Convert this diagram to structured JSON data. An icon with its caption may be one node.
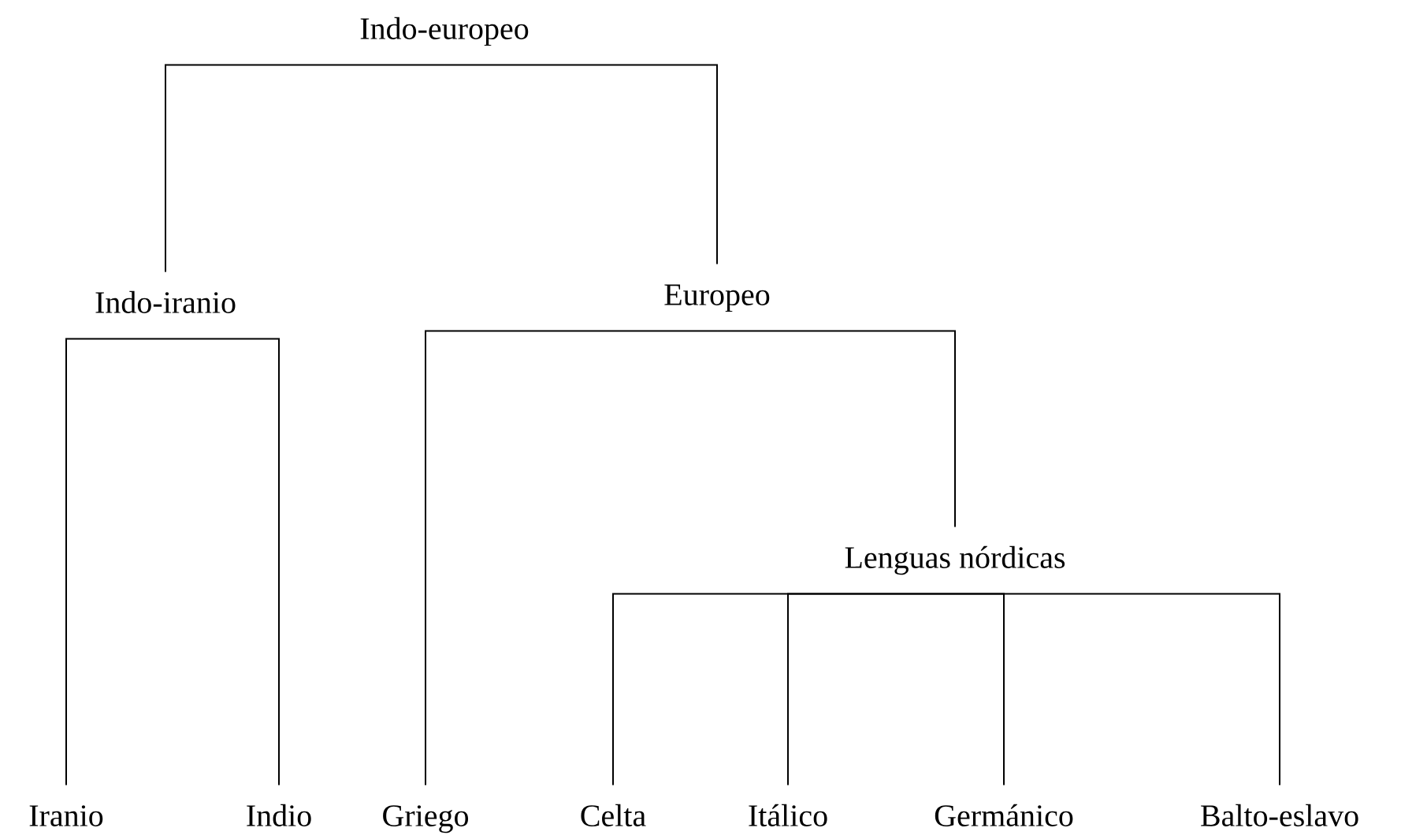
{
  "diagram": {
    "nodes": [
      {
        "text": [
          "Indo-europeo"
        ]
      },
      {
        "text": [
          "Indo-iranio"
        ]
      },
      {
        "text": [
          "Europeo"
        ]
      },
      {
        "text": [
          "Lenguas nórdicas"
        ]
      },
      {
        "text": [
          "Iranio"
        ]
      },
      {
        "text": [
          "Indio"
        ]
      },
      {
        "text": [
          "Griego"
        ]
      },
      {
        "text": [
          "Celta"
        ]
      },
      {
        "text": [
          "Itálico"
        ]
      },
      {
        "text": [
          "Germánico"
        ]
      },
      {
        "text": [
          "Balto-eslavo"
        ]
      }
    ],
    "edges": [
      {
        "from": 0,
        "to": 1,
        "arrow": "none"
      },
      {
        "from": 0,
        "to": 2,
        "arrow": "none"
      },
      {
        "from": 1,
        "to": 4,
        "arrow": "none"
      },
      {
        "from": 1,
        "to": 5,
        "arrow": "none"
      },
      {
        "from": 2,
        "to": 6,
        "arrow": "none"
      },
      {
        "from": 2,
        "to": 3,
        "arrow": "none"
      },
      {
        "from": 3,
        "to": 7,
        "arrow": "none"
      },
      {
        "from": 3,
        "to": 8,
        "arrow": "none"
      },
      {
        "from": 3,
        "to": 9,
        "arrow": "none"
      },
      {
        "from": 3,
        "to": 10,
        "arrow": "none"
      }
    ]
  }
}
